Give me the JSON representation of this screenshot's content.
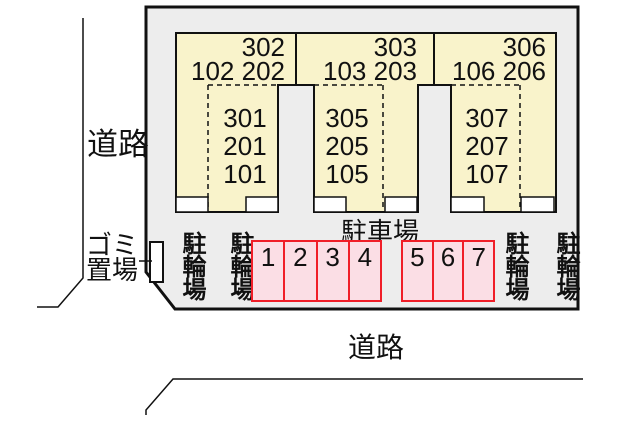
{
  "title": "apartment site layout plan",
  "labels": {
    "road_left": "道路",
    "road_bottom": "道路",
    "garbage_area": "ゴミ\n置場",
    "parking_lot": "駐車場",
    "bicycle_parking": "駐輪場"
  },
  "buildings": [
    {
      "upper": "302\n102 202",
      "lower": "301\n201\n101"
    },
    {
      "upper": "303\n103 203",
      "lower": "305\n205\n105"
    },
    {
      "upper": "306\n106 206",
      "lower": "307\n207\n107"
    }
  ],
  "parking_spaces": [
    "1",
    "2",
    "3",
    "4",
    "5",
    "6",
    "7"
  ],
  "colors": {
    "site_fill": "#ededed",
    "building_fill": "#f9f3cb",
    "parking_fill": "#fbdee5",
    "parking_border": "#f01e28",
    "line": "#111111"
  }
}
